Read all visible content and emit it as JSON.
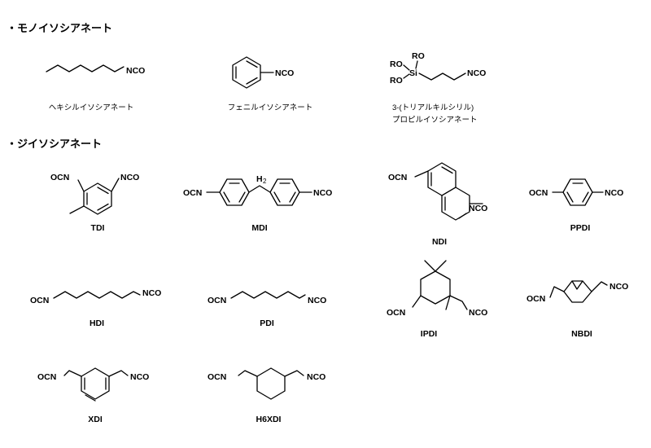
{
  "sections": {
    "mono": "・モノイソシアネート",
    "di": "・ジイソシアネート"
  },
  "groups": {
    "nco": "NCO",
    "ocn": "OCN",
    "ro": "RO",
    "si": "Si",
    "h": "H",
    "h_sub": "2"
  },
  "mono_compounds": [
    {
      "caption": "ヘキシルイソシアネート"
    },
    {
      "caption": "フェニルイソシアネート"
    },
    {
      "caption_line1": "3-(トリアルキルシリル)",
      "caption_line2": "プロピルイソシアネート"
    }
  ],
  "di_compounds": {
    "tdi": "TDI",
    "mdi": "MDI",
    "ndi": "NDI",
    "ppdi": "PPDI",
    "hdi": "HDI",
    "pdi": "PDI",
    "ipdi": "IPDI",
    "nbdi": "NBDI",
    "xdi": "XDI",
    "h6xdi": "H6XDI"
  }
}
